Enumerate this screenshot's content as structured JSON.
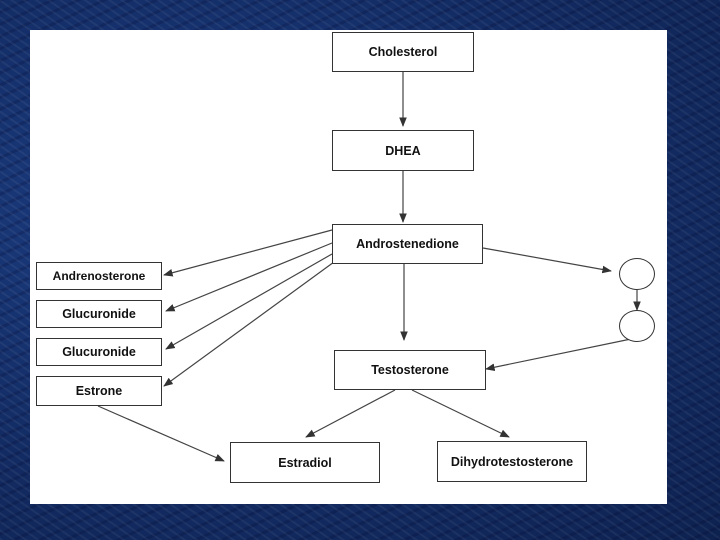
{
  "diagram": {
    "nodes": {
      "cholesterol": "Cholesterol",
      "dhea": "DHEA",
      "androstenedione": "Androstenedione",
      "andrenosterone": "Andrenosterone",
      "glucuronide_1": "Glucuronide",
      "glucuronide_2": "Glucuronide",
      "estrone": "Estrone",
      "testosterone": "Testosterone",
      "estradiol": "Estradiol",
      "dihydrotestosterone": "Dihydrotestosterone"
    },
    "edges": [
      [
        "cholesterol",
        "dhea"
      ],
      [
        "dhea",
        "androstenedione"
      ],
      [
        "androstenedione",
        "andrenosterone"
      ],
      [
        "androstenedione",
        "glucuronide_1"
      ],
      [
        "androstenedione",
        "glucuronide_2"
      ],
      [
        "androstenedione",
        "estrone"
      ],
      [
        "androstenedione",
        "testosterone"
      ],
      [
        "androstenedione",
        "unlabeled_circle_1"
      ],
      [
        "unlabeled_circle_1",
        "unlabeled_circle_2"
      ],
      [
        "unlabeled_circle_2",
        "testosterone"
      ],
      [
        "testosterone",
        "estradiol"
      ],
      [
        "testosterone",
        "dihydrotestosterone"
      ],
      [
        "estrone",
        "estradiol"
      ]
    ]
  }
}
